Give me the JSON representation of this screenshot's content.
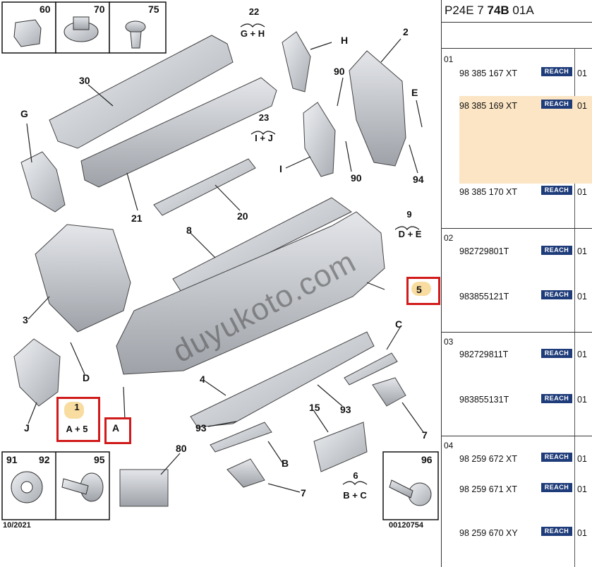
{
  "diagram": {
    "callouts": [
      "60",
      "70",
      "75",
      "22",
      "G + H",
      "H",
      "2",
      "30",
      "90",
      "E",
      "G",
      "23",
      "I + J",
      "I",
      "90",
      "94",
      "21",
      "20",
      "8",
      "9",
      "D + E",
      "3",
      "5",
      "C",
      "D",
      "4",
      "93",
      "15",
      "7",
      "J",
      "1",
      "A + 5",
      "A",
      "93",
      "80",
      "B",
      "6",
      "B + C",
      "7",
      "91",
      "92",
      "95",
      "96"
    ],
    "footer_left": "10/2021",
    "footer_right": "00120754",
    "watermark": "duyukoto.com",
    "highlight_color": "#d11a1a",
    "fill_color": "#f8dca0"
  },
  "parts": {
    "header_prefix": "P24E 7 ",
    "header_bold": "74B",
    "header_suffix": " 01A",
    "selected_color": "#fbe5c4",
    "groups": [
      {
        "no": "01",
        "items": [
          {
            "ref": "98 385 167 XT",
            "badge": "REACH",
            "qty": "01"
          },
          {
            "ref": "98 385 169 XT",
            "badge": "REACH",
            "qty": "01"
          },
          {
            "ref": "98 385 170 XT",
            "badge": "REACH",
            "qty": "01"
          }
        ]
      },
      {
        "no": "02",
        "items": [
          {
            "ref": "982729801T",
            "badge": "REACH",
            "qty": "01"
          },
          {
            "ref": "983855121T",
            "badge": "REACH",
            "qty": "01"
          }
        ]
      },
      {
        "no": "03",
        "items": [
          {
            "ref": "982729811T",
            "badge": "REACH",
            "qty": "01"
          },
          {
            "ref": "983855131T",
            "badge": "REACH",
            "qty": "01"
          }
        ]
      },
      {
        "no": "04",
        "items": [
          {
            "ref": "98 259 672 XT",
            "badge": "REACH",
            "qty": "01"
          },
          {
            "ref": "98 259 671 XT",
            "badge": "REACH",
            "qty": "01"
          },
          {
            "ref": "98 259 670 XY",
            "badge": "REACH",
            "qty": "01"
          }
        ]
      }
    ]
  }
}
